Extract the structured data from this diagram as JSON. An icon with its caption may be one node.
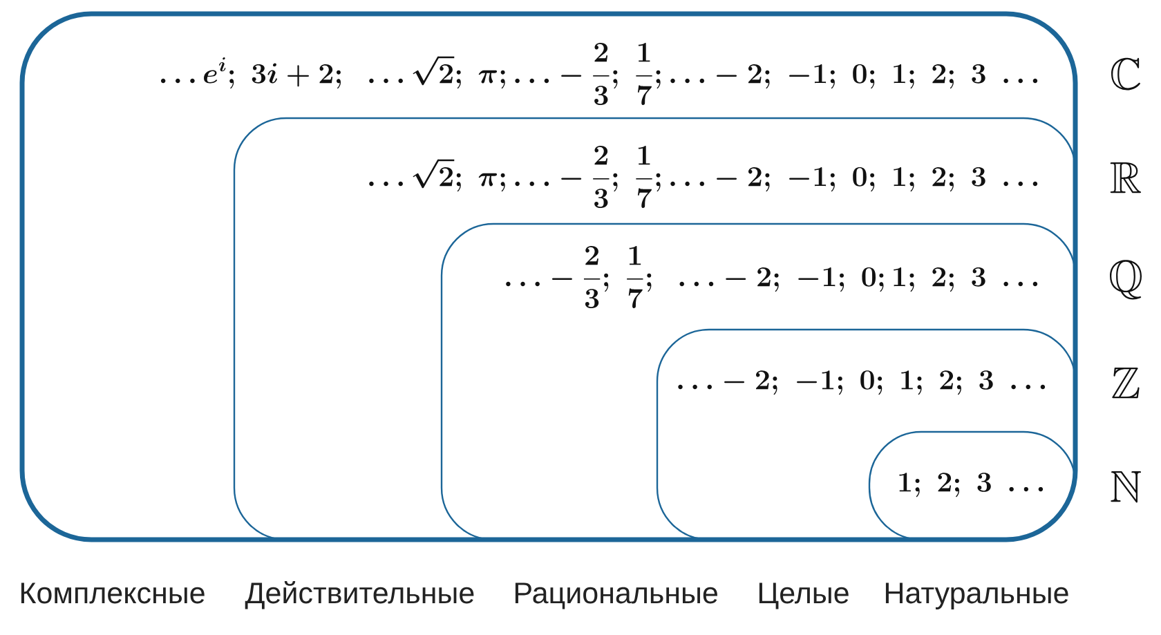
{
  "diagram": {
    "nodes": [
      {
        "text": [
          "\\ldots e^{i};\\; 3i+2;\\;\\; \\ldots\\sqrt{2};\\; \\pi;\\ldots -\\frac{2}{3};\\; \\frac{1}{7};\\ldots -2;\\; -1;\\; 0;\\; 1;\\; 2;\\; 3\\; \\ldots"
        ],
        "beside": [
          "\\mathbb{C}",
          "Комплексные"
        ]
      },
      {
        "text": [
          "\\ldots\\sqrt{2};\\; \\pi;\\ldots -\\frac{2}{3};\\; \\frac{1}{7};\\ldots -2;\\; -1;\\; 0;\\; 1;\\; 2;\\; 3\\; \\ldots"
        ],
        "beside": [
          "\\mathbb{R}",
          "Действительные"
        ],
        "in": 0
      },
      {
        "text": [
          "\\ldots -\\frac{2}{3};\\; \\frac{1}{7};\\;\\; \\ldots -2;\\; -1;\\; 0;1;\\; 2;\\; 3\\; \\ldots"
        ],
        "beside": [
          "\\mathbb{Q}",
          "Рациональные"
        ],
        "in": 1
      },
      {
        "text": [
          "\\ldots -2;\\; -1;\\; 0;\\; 1;\\; 2;\\; 3\\; \\ldots"
        ],
        "beside": [
          "\\mathbb{Z}",
          "Целые"
        ],
        "in": 2
      },
      {
        "text": [
          "1;\\; 2;\\; 3\\; \\ldots"
        ],
        "beside": [
          "\\mathbb{N}",
          "Натуральные"
        ],
        "in": 3
      }
    ]
  }
}
